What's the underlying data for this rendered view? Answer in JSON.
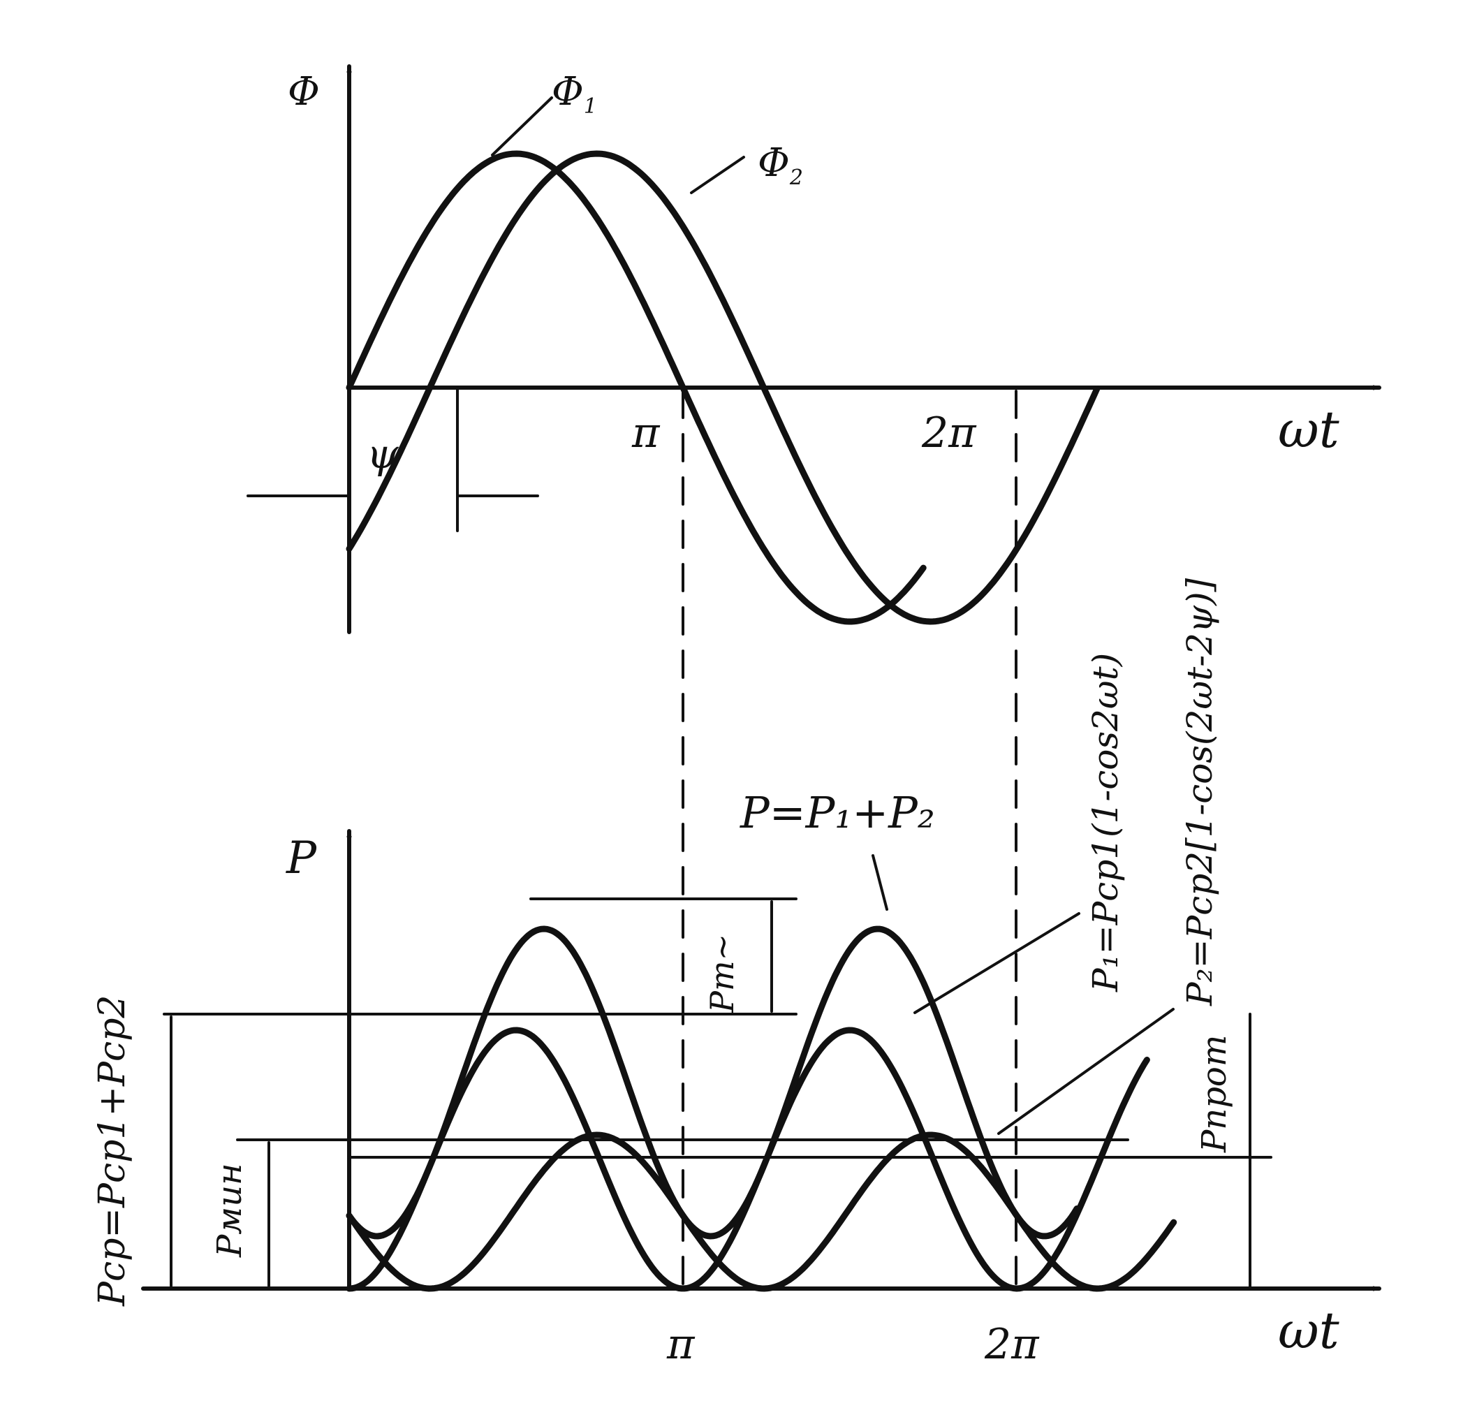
{
  "top_plot": {
    "y_axis_label": "Φ",
    "x_axis_label": "ωt",
    "tick_pi": "π",
    "tick_2pi": "2π",
    "phase_label": "ψ",
    "phi1_main": "Φ",
    "phi1_sub": "1",
    "phi2_main": "Φ",
    "phi2_sub": "2"
  },
  "bottom_plot": {
    "y_axis_label": "P",
    "x_axis_label": "ωt",
    "tick_pi": "π",
    "tick_2pi": "2π",
    "sum_formula": "P=P₁+P₂",
    "p1_formula": "P₁=Pср1(1-cos2ωt)",
    "p2_formula": "P₂=Pср2[1-cos(2ωt-2ψ)]",
    "avg_formula": "Pср=Pср1+Pср2",
    "p_min": "Pмин",
    "p_tilde": "Pm~",
    "p_prot": "Pпрот"
  },
  "chart_data": {
    "type": "line",
    "top": {
      "series": [
        {
          "name": "Φ1",
          "function": "sin(ωt)"
        },
        {
          "name": "Φ2",
          "function": "sin(ωt - ψ)"
        }
      ],
      "x_ticks": [
        "π",
        "2π"
      ]
    },
    "bottom": {
      "series": [
        {
          "name": "P1",
          "function": "Pср1(1-cos2ωt)"
        },
        {
          "name": "P2",
          "function": "Pср2[1-cos(2ωt-2ψ)]"
        },
        {
          "name": "P",
          "function": "P1+P2"
        }
      ],
      "x_ticks": [
        "π",
        "2π"
      ],
      "levels": [
        "Pср",
        "Pмин",
        "Pm~",
        "Pпрот"
      ]
    }
  }
}
